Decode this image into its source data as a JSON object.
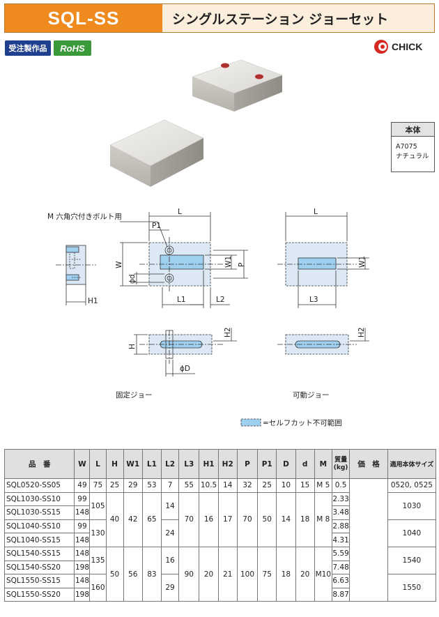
{
  "header": {
    "code": "SQL-SS",
    "title": "シングルステーション ジョーセット"
  },
  "badges": {
    "order": "受注製作品",
    "rohs": "RoHS"
  },
  "logo": {
    "text": "CHICK",
    "color": "#d42a20"
  },
  "material": {
    "title": "本体",
    "value1": "A7075",
    "value2": "ナチュラル"
  },
  "drawing": {
    "labels": {
      "bolt": "M 六角穴付きボルト用",
      "L": "L",
      "P1": "P1",
      "W": "W",
      "W1": "W1",
      "P": "P",
      "d": "ϕd",
      "L1": "L1",
      "L2": "L2",
      "H1": "H1",
      "H": "H",
      "H2": "H2",
      "D": "ϕD",
      "L3": "L3"
    },
    "fixed_caption": "固定ジョー",
    "movable_caption": "可動ジョー",
    "legend": "=セルフカット不可範囲",
    "colors": {
      "body": "#dce9f5",
      "slot": "#9fd0f0",
      "line": "#333333"
    }
  },
  "table": {
    "headers": {
      "model": "品　番",
      "W": "W",
      "L": "L",
      "H": "H",
      "W1": "W1",
      "L1": "L1",
      "L2": "L2",
      "L3": "L3",
      "H1": "H1",
      "H2": "H2",
      "P": "P",
      "P1": "P1",
      "D": "D",
      "d": "d",
      "M": "M",
      "mass1": "質量",
      "mass2": "(kg)",
      "price": "価　格",
      "size": "適用本体サイズ"
    },
    "first": {
      "model": "SQL0520-SS05",
      "W": "49",
      "L": "75",
      "H": "25",
      "W1": "29",
      "L1": "53",
      "L2": "7",
      "L3": "55",
      "H1": "10.5",
      "H2": "14",
      "P": "32",
      "P1": "25",
      "D": "10",
      "d": "15",
      "M": "M 5",
      "mass": "0.5",
      "size": "0520, 0525"
    },
    "g1": {
      "H": "40",
      "W1": "42",
      "L1": "65",
      "L3": "70",
      "H1": "16",
      "H2": "17",
      "P": "70",
      "P1": "50",
      "D": "14",
      "d": "18",
      "M": "M 8",
      "L_a": "105",
      "L_b": "130",
      "L2_a": "14",
      "L2_b": "24",
      "size_a": "1030",
      "size_b": "1040",
      "rows": [
        {
          "model": "SQL1030-SS10",
          "W": "99",
          "mass": "2.33"
        },
        {
          "model": "SQL1030-SS15",
          "W": "148",
          "mass": "3.48"
        },
        {
          "model": "SQL1040-SS10",
          "W": "99",
          "mass": "2.88"
        },
        {
          "model": "SQL1040-SS15",
          "W": "148",
          "mass": "4.31"
        }
      ]
    },
    "g2": {
      "H": "50",
      "W1": "56",
      "L1": "83",
      "L3": "90",
      "H1": "20",
      "H2": "21",
      "P": "100",
      "P1": "75",
      "D": "18",
      "d": "20",
      "M": "M10",
      "L_a": "135",
      "L_b": "160",
      "L2_a": "16",
      "L2_b": "29",
      "size_a": "1540",
      "size_b": "1550",
      "rows": [
        {
          "model": "SQL1540-SS15",
          "W": "148",
          "mass": "5.59"
        },
        {
          "model": "SQL1540-SS20",
          "W": "198",
          "mass": "7.48"
        },
        {
          "model": "SQL1550-SS15",
          "W": "148",
          "mass": "6.63"
        },
        {
          "model": "SQL1550-SS20",
          "W": "198",
          "mass": "8.87"
        }
      ]
    }
  }
}
